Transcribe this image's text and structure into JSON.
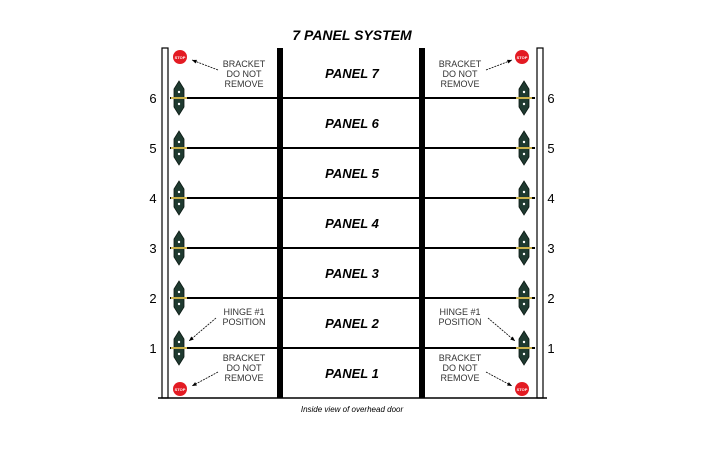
{
  "title": "7 PANEL SYSTEM",
  "caption": "Inside view of overhead door",
  "panels": [
    "PANEL 7",
    "PANEL 6",
    "PANEL 5",
    "PANEL 4",
    "PANEL 3",
    "PANEL 2",
    "PANEL 1"
  ],
  "hinge_numbers": [
    "6",
    "5",
    "4",
    "3",
    "2",
    "1"
  ],
  "bracket_note": [
    "BRACKET",
    "DO NOT",
    "REMOVE"
  ],
  "hinge_note": [
    "HINGE #1",
    "POSITION"
  ],
  "stop_label": "STOP",
  "colors": {
    "stop": "#e31b23",
    "hinge": "#1f3a30",
    "bar": "#000000"
  }
}
